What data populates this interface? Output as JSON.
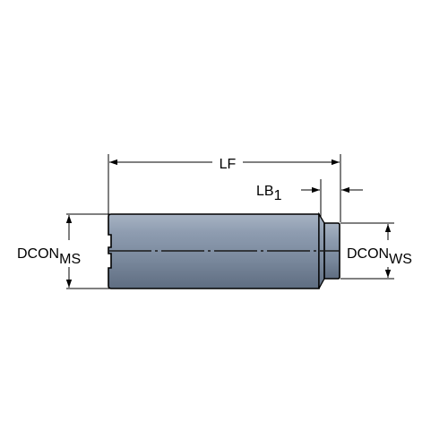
{
  "dimensions": {
    "lf": {
      "label": "LF"
    },
    "lb1": {
      "label": "LB",
      "subscript": "1"
    },
    "dcon_ms": {
      "label": "DCON",
      "subscript": "MS"
    },
    "dcon_ws": {
      "label": "DCON",
      "subscript": "WS"
    }
  },
  "colors": {
    "background": "#ffffff",
    "line": "#000000",
    "body_fill": "#7f8ea2",
    "body_highlight": "#a3b0c0",
    "body_shadow": "#5e6c80",
    "centerline": "#1a1a1a"
  }
}
